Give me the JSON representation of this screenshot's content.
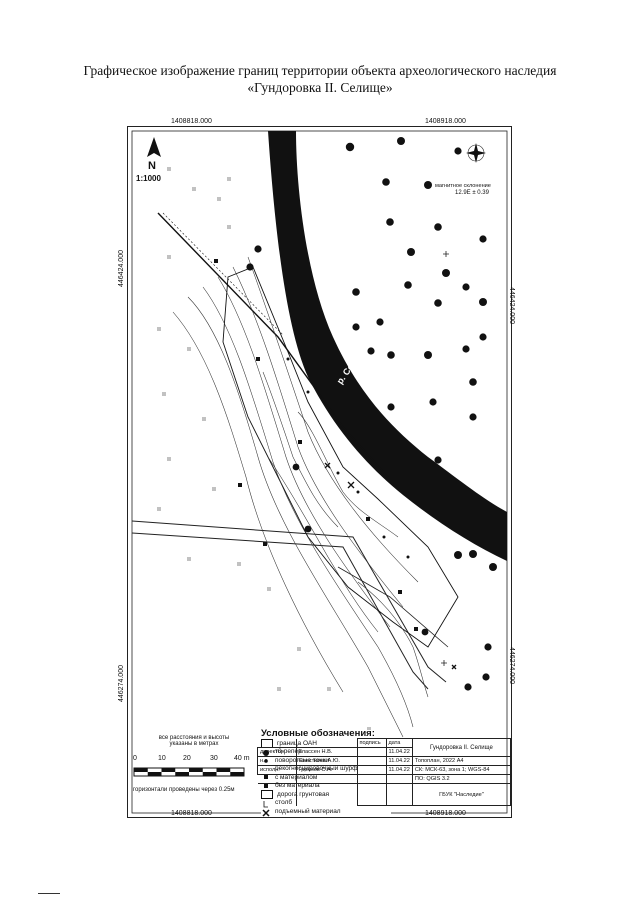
{
  "title": {
    "line1": "Графическое изображение границ территории объекта археологического наследия",
    "line2": "«Гундоровка II. Селище»"
  },
  "map": {
    "coord_top_left": "1408818.000",
    "coord_top_right": "1408918.000",
    "coord_bottom_left": "1408818.000",
    "coord_bottom_right": "1408918.000",
    "coord_left_upper": "446424.000",
    "coord_left_lower": "446274.000",
    "coord_right_upper": "446424.000",
    "coord_right_lower": "446274.000",
    "north": "N",
    "scale": "1:1000",
    "magnetic_label": "магнитное склонение",
    "magnetic_value": "12.9E ± 0.39",
    "river_label": "р. Сок"
  },
  "legend": {
    "heading": "Условные обозначения:",
    "items": [
      "граница ОАН",
      "т0-репер",
      "поворотные точки",
      "рекогносцировочный шурф",
      "с материалом",
      "без материала",
      "дорога грунтовая",
      "столб",
      "подъемный материал"
    ]
  },
  "scalebar": {
    "note1": "все расстояния и высоты",
    "note2": "указаны в метрах",
    "ticks": [
      "0",
      "10",
      "20",
      "30",
      "40 m"
    ],
    "contour_note": "горизонтали проведены через 0.25м"
  },
  "title_block": {
    "col_signature": "подпись",
    "col_date": "дата",
    "row1_role": "директор",
    "row1_name": "Классен Н.В.",
    "row1_date": "11.04.22",
    "row2_role": "н.с",
    "row2_name": "Слесткова А.Ю.",
    "row2_date": "11.04.22",
    "row3_role": "исполн.",
    "row3_name": "Громков С.А.",
    "row3_date": "11.04.22",
    "object": "Гундоровка II. Селище",
    "plan": "Топоплан, 2022  А4",
    "sk": "СК: МСК-63, зона 1; WGS-84",
    "software": "ПО: QGIS 3.2",
    "org": "ГБУК \"Наследие\""
  }
}
